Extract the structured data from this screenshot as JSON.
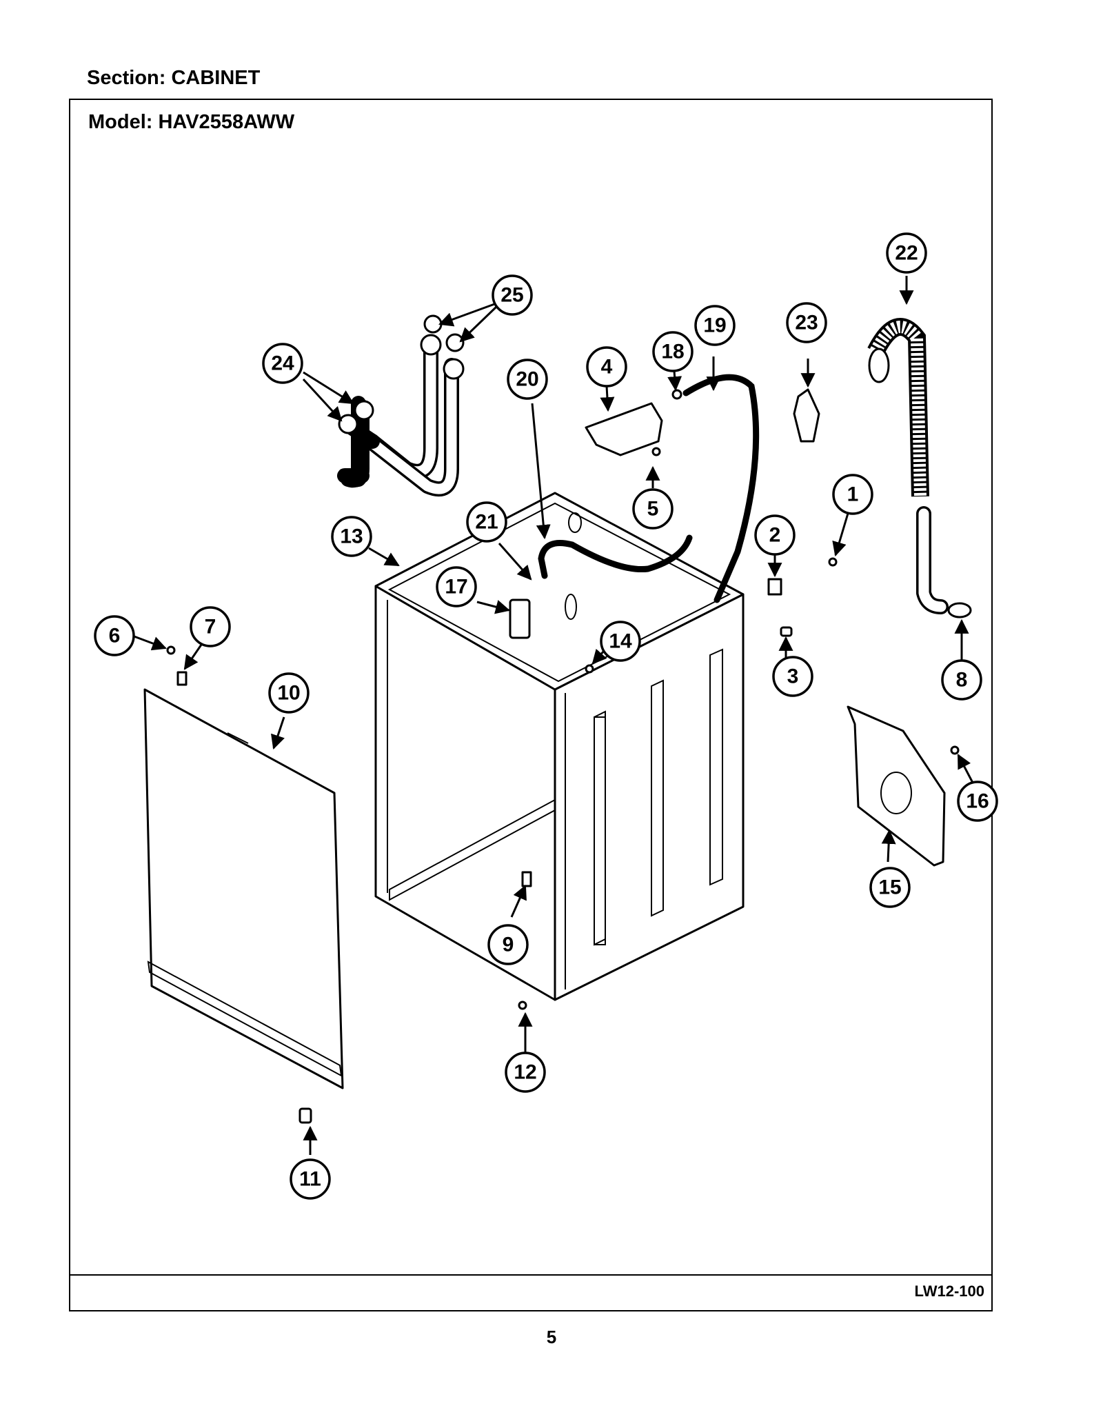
{
  "header": {
    "section": "Section:  CABINET",
    "model": "Model:  HAV2558AWW"
  },
  "footer": {
    "code": "LW12-100",
    "page": "5"
  },
  "callouts": [
    "1",
    "2",
    "3",
    "4",
    "5",
    "6",
    "7",
    "8",
    "9",
    "10",
    "11",
    "12",
    "13",
    "14",
    "15",
    "16",
    "17",
    "18",
    "19",
    "20",
    "21",
    "22",
    "23",
    "24",
    "25"
  ]
}
